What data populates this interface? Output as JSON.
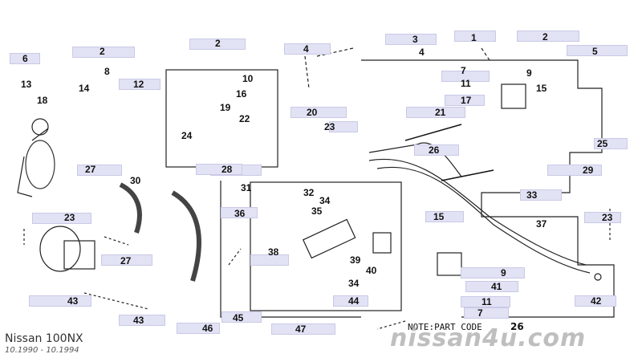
{
  "title": "Nissan 100NX",
  "date_range": "10.1990 - 10.1994",
  "watermark": "nissan4u.com",
  "note": "NOTE:PART CODE",
  "note_number": "26",
  "labels": [
    "1",
    "2",
    "2",
    "2",
    "3",
    "4",
    "4",
    "5",
    "6",
    "7",
    "7",
    "8",
    "9",
    "9",
    "10",
    "11",
    "11",
    "12",
    "13",
    "14",
    "15",
    "15",
    "16",
    "17",
    "18",
    "19",
    "20",
    "21",
    "22",
    "23",
    "23",
    "23",
    "24",
    "25",
    "26",
    "27",
    "27",
    "28",
    "29",
    "30",
    "31",
    "32",
    "33",
    "34",
    "34",
    "35",
    "36",
    "37",
    "38",
    "39",
    "40",
    "41",
    "42",
    "43",
    "43",
    "44",
    "45",
    "46",
    "47"
  ],
  "colors": {
    "label_box": "#e2e2f5",
    "line": "#222222",
    "part": "#333333"
  }
}
